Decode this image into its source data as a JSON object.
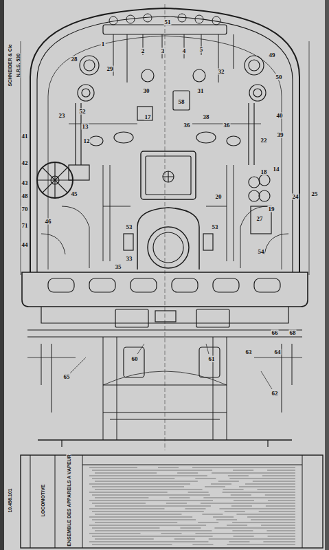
{
  "diagram": {
    "labels": [
      "51",
      "1",
      "2",
      "3",
      "4",
      "5",
      "28",
      "29",
      "30",
      "58",
      "31",
      "32",
      "49",
      "50",
      "23",
      "17",
      "36",
      "36",
      "38",
      "52",
      "13",
      "12",
      "40",
      "39",
      "14",
      "41",
      "42",
      "43",
      "45",
      "48",
      "70",
      "71",
      "44",
      "46",
      "22",
      "18",
      "19",
      "20",
      "24",
      "25",
      "53",
      "53",
      "33",
      "35",
      "27",
      "54",
      "60",
      "61",
      "63",
      "64",
      "65",
      "66",
      "68",
      "62",
      "SCHNEIDER & Cie",
      "N.R.S. 530",
      "10.456.101",
      "LOCOMOTIVE",
      "ENSEMBLE DES APPAREILS A VAPEUR"
    ]
  }
}
